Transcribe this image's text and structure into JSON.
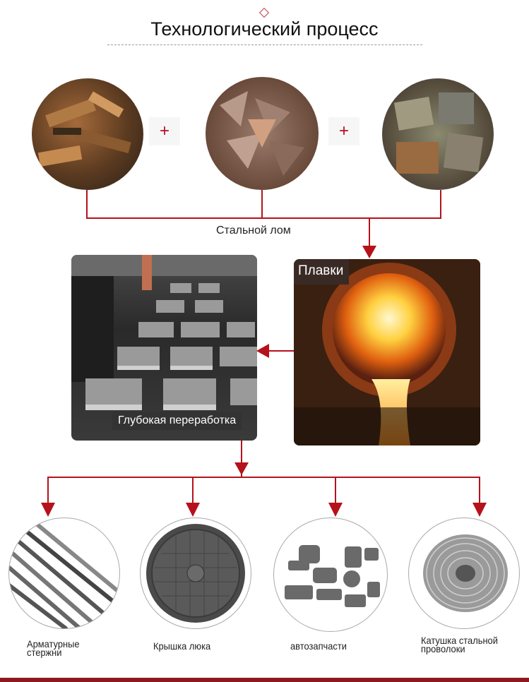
{
  "header": {
    "title": "Технологический процесс",
    "icon": "diamond-outline-icon"
  },
  "inputs": {
    "items": [
      {
        "name": "scrap-pile-1",
        "description": "rusty heavy steel scrap"
      },
      {
        "name": "scrap-pile-2",
        "description": "shredded steel scrap"
      },
      {
        "name": "scrap-pile-3",
        "description": "baled steel scrap"
      }
    ],
    "plus_sign": "+",
    "group_label": "Стальной лом"
  },
  "stages": {
    "melting": {
      "label": "Плавки"
    },
    "processing": {
      "label": "Глубокая переработка"
    }
  },
  "products": [
    {
      "label_line1": "Арматурные",
      "label_line2": "стержни",
      "icon": "rebar-icon"
    },
    {
      "label_line1": "Крышка люка",
      "label_line2": "",
      "icon": "manhole-cover-icon"
    },
    {
      "label_line1": "автозапчасти",
      "label_line2": "",
      "icon": "auto-parts-icon"
    },
    {
      "label_line1": "Катушка стальной",
      "label_line2": "проволоки",
      "icon": "wire-coil-icon"
    }
  ],
  "colors": {
    "accent": "#b5121b",
    "diamond": "#c0404f",
    "footer_bar": "#8b1a1f",
    "tag_bg_dark": "#3a2a25",
    "tag_bg_gray": "#333333"
  }
}
